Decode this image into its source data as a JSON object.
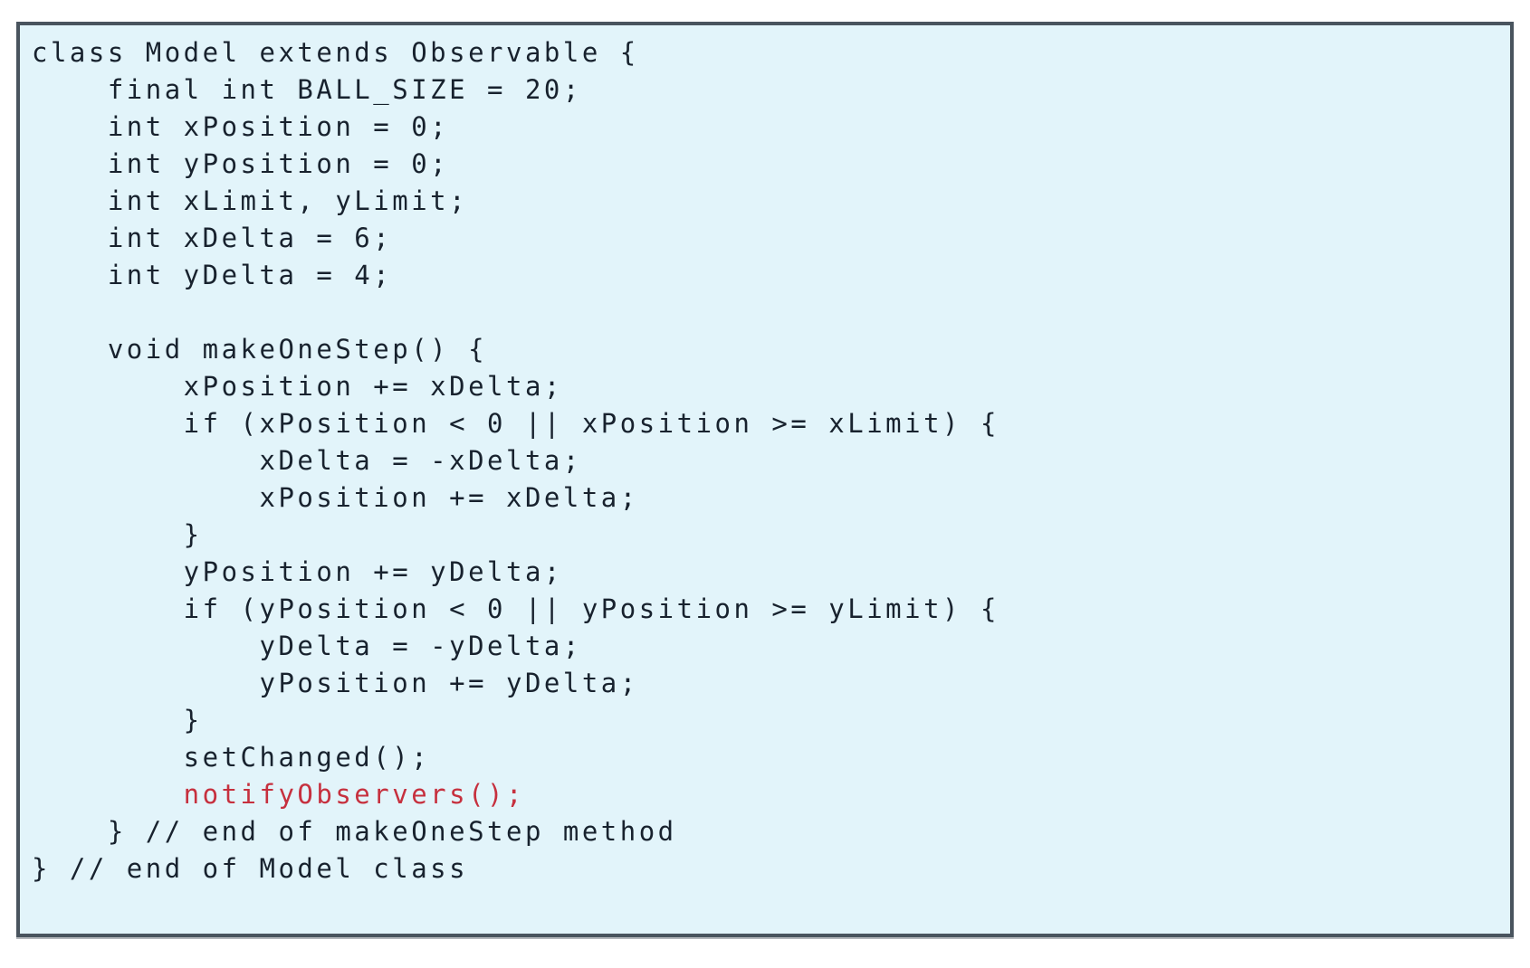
{
  "code_block": {
    "language": "java",
    "background_color": "#e2f4fa",
    "border_color": "#49545e",
    "text_color": "#18222e",
    "highlight_color": "#c6303e",
    "lines": [
      {
        "text": "class Model extends Observable {",
        "highlighted": false
      },
      {
        "text": "    final int BALL_SIZE = 20;",
        "highlighted": false
      },
      {
        "text": "    int xPosition = 0;",
        "highlighted": false
      },
      {
        "text": "    int yPosition = 0;",
        "highlighted": false
      },
      {
        "text": "    int xLimit, yLimit;",
        "highlighted": false
      },
      {
        "text": "    int xDelta = 6;",
        "highlighted": false
      },
      {
        "text": "    int yDelta = 4;",
        "highlighted": false
      },
      {
        "text": "",
        "highlighted": false
      },
      {
        "text": "    void makeOneStep() {",
        "highlighted": false
      },
      {
        "text": "        xPosition += xDelta;",
        "highlighted": false
      },
      {
        "text": "        if (xPosition < 0 || xPosition >= xLimit) {",
        "highlighted": false
      },
      {
        "text": "            xDelta = -xDelta;",
        "highlighted": false
      },
      {
        "text": "            xPosition += xDelta;",
        "highlighted": false
      },
      {
        "text": "        }",
        "highlighted": false
      },
      {
        "text": "        yPosition += yDelta;",
        "highlighted": false
      },
      {
        "text": "        if (yPosition < 0 || yPosition >= yLimit) {",
        "highlighted": false
      },
      {
        "text": "            yDelta = -yDelta;",
        "highlighted": false
      },
      {
        "text": "            yPosition += yDelta;",
        "highlighted": false
      },
      {
        "text": "        }",
        "highlighted": false
      },
      {
        "text": "        setChanged();",
        "highlighted": false
      },
      {
        "text": "        notifyObservers();",
        "highlighted": true
      },
      {
        "text": "    } // end of makeOneStep method",
        "highlighted": false
      },
      {
        "text": "} // end of Model class",
        "highlighted": false
      }
    ]
  }
}
